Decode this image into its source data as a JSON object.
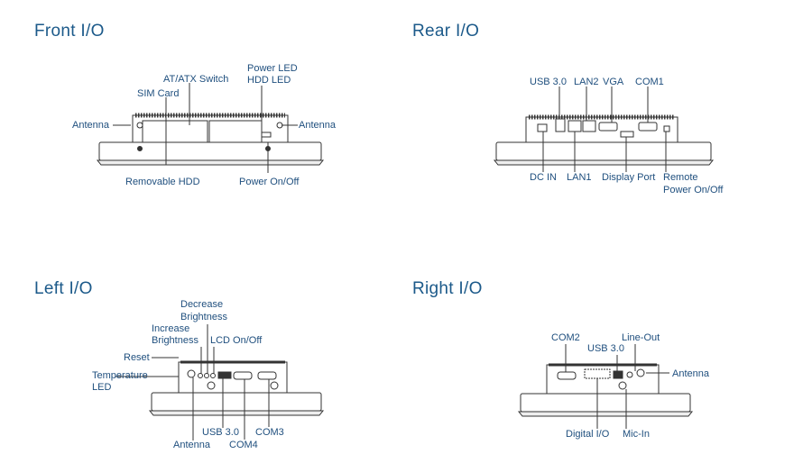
{
  "sections": {
    "front": {
      "title": "Front I/O",
      "labels": {
        "antenna_left": "Antenna",
        "sim_card": "SIM Card",
        "at_atx_switch": "AT/ATX Switch",
        "power_led": "Power LED",
        "hdd_led": "HDD LED",
        "antenna_right": "Antenna",
        "removable_hdd": "Removable HDD",
        "power_on_off": "Power On/Off"
      }
    },
    "rear": {
      "title": "Rear I/O",
      "labels": {
        "usb30": "USB 3.0",
        "lan2": "LAN2",
        "vga": "VGA",
        "com1": "COM1",
        "dc_in": "DC IN",
        "lan1": "LAN1",
        "display_port": "Display Port",
        "remote": "Remote",
        "remote_power": "Power On/Off"
      }
    },
    "left": {
      "title": "Left I/O",
      "labels": {
        "decrease": "Decrease",
        "decrease_b": "Brightness",
        "increase": "Increase",
        "increase_b": "Brightness",
        "lcd_on_off": "LCD On/Off",
        "reset": "Reset",
        "temperature": "Temperature",
        "temperature_led": "LED",
        "usb30": "USB 3.0",
        "com3": "COM3",
        "antenna": "Antenna",
        "com4": "COM4"
      }
    },
    "right": {
      "title": "Right I/O",
      "labels": {
        "com2": "COM2",
        "usb30": "USB 3.0",
        "line_out": "Line-Out",
        "antenna": "Antenna",
        "digital_io": "Digital I/O",
        "mic_in": "Mic-In"
      }
    }
  },
  "colors": {
    "heading": "#1c5a8a",
    "label": "#1f4f7e",
    "line": "#333333"
  }
}
